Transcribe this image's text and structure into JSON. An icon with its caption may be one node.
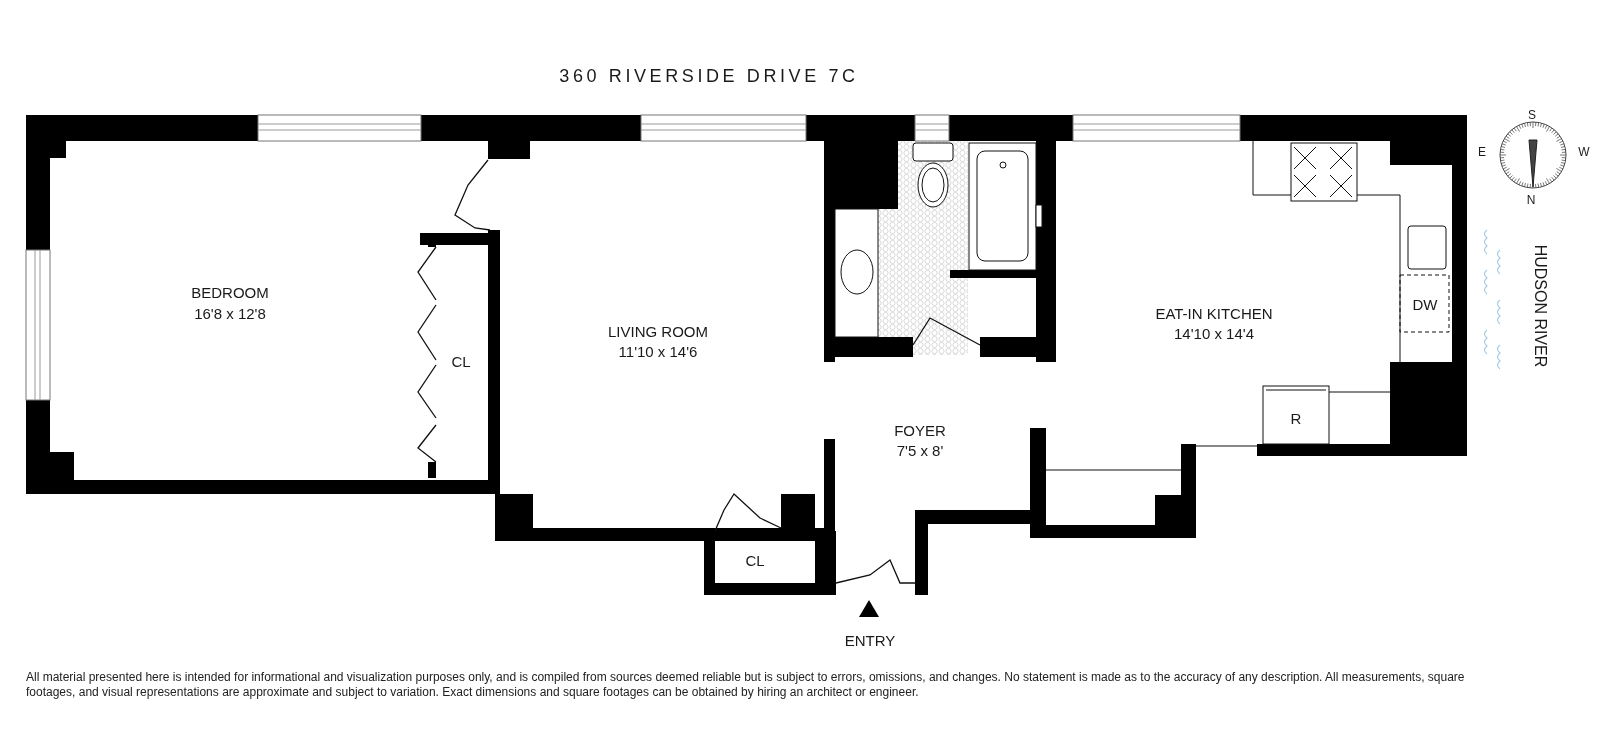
{
  "diagram": {
    "title": "360 RIVERSIDE DRIVE 7C",
    "labels": [
      "S",
      "E",
      "W",
      "N",
      "BEDROOM",
      "16'8 x 12'8",
      "HUDSON RIVER",
      "LIVING ROOM",
      "11'10 x 14'6",
      "EAT-IN KITCHEN",
      "14'10 x 14'4",
      "DW",
      "CL",
      "FOYER",
      "7'5 x 8'",
      "R",
      "CL",
      "ENTRY",
      "All material presented here is intended for informational and visualization purposes only, and is compiled from sources deemed reliable but is subject to errors, omissions, and changes. No statement is made as to the accuracy of any description. All measurements, square footages, and visual representations are approximate and subject to variation. Exact dimensions and square footages can be obtained by hiring an architect or engineer."
    ]
  }
}
